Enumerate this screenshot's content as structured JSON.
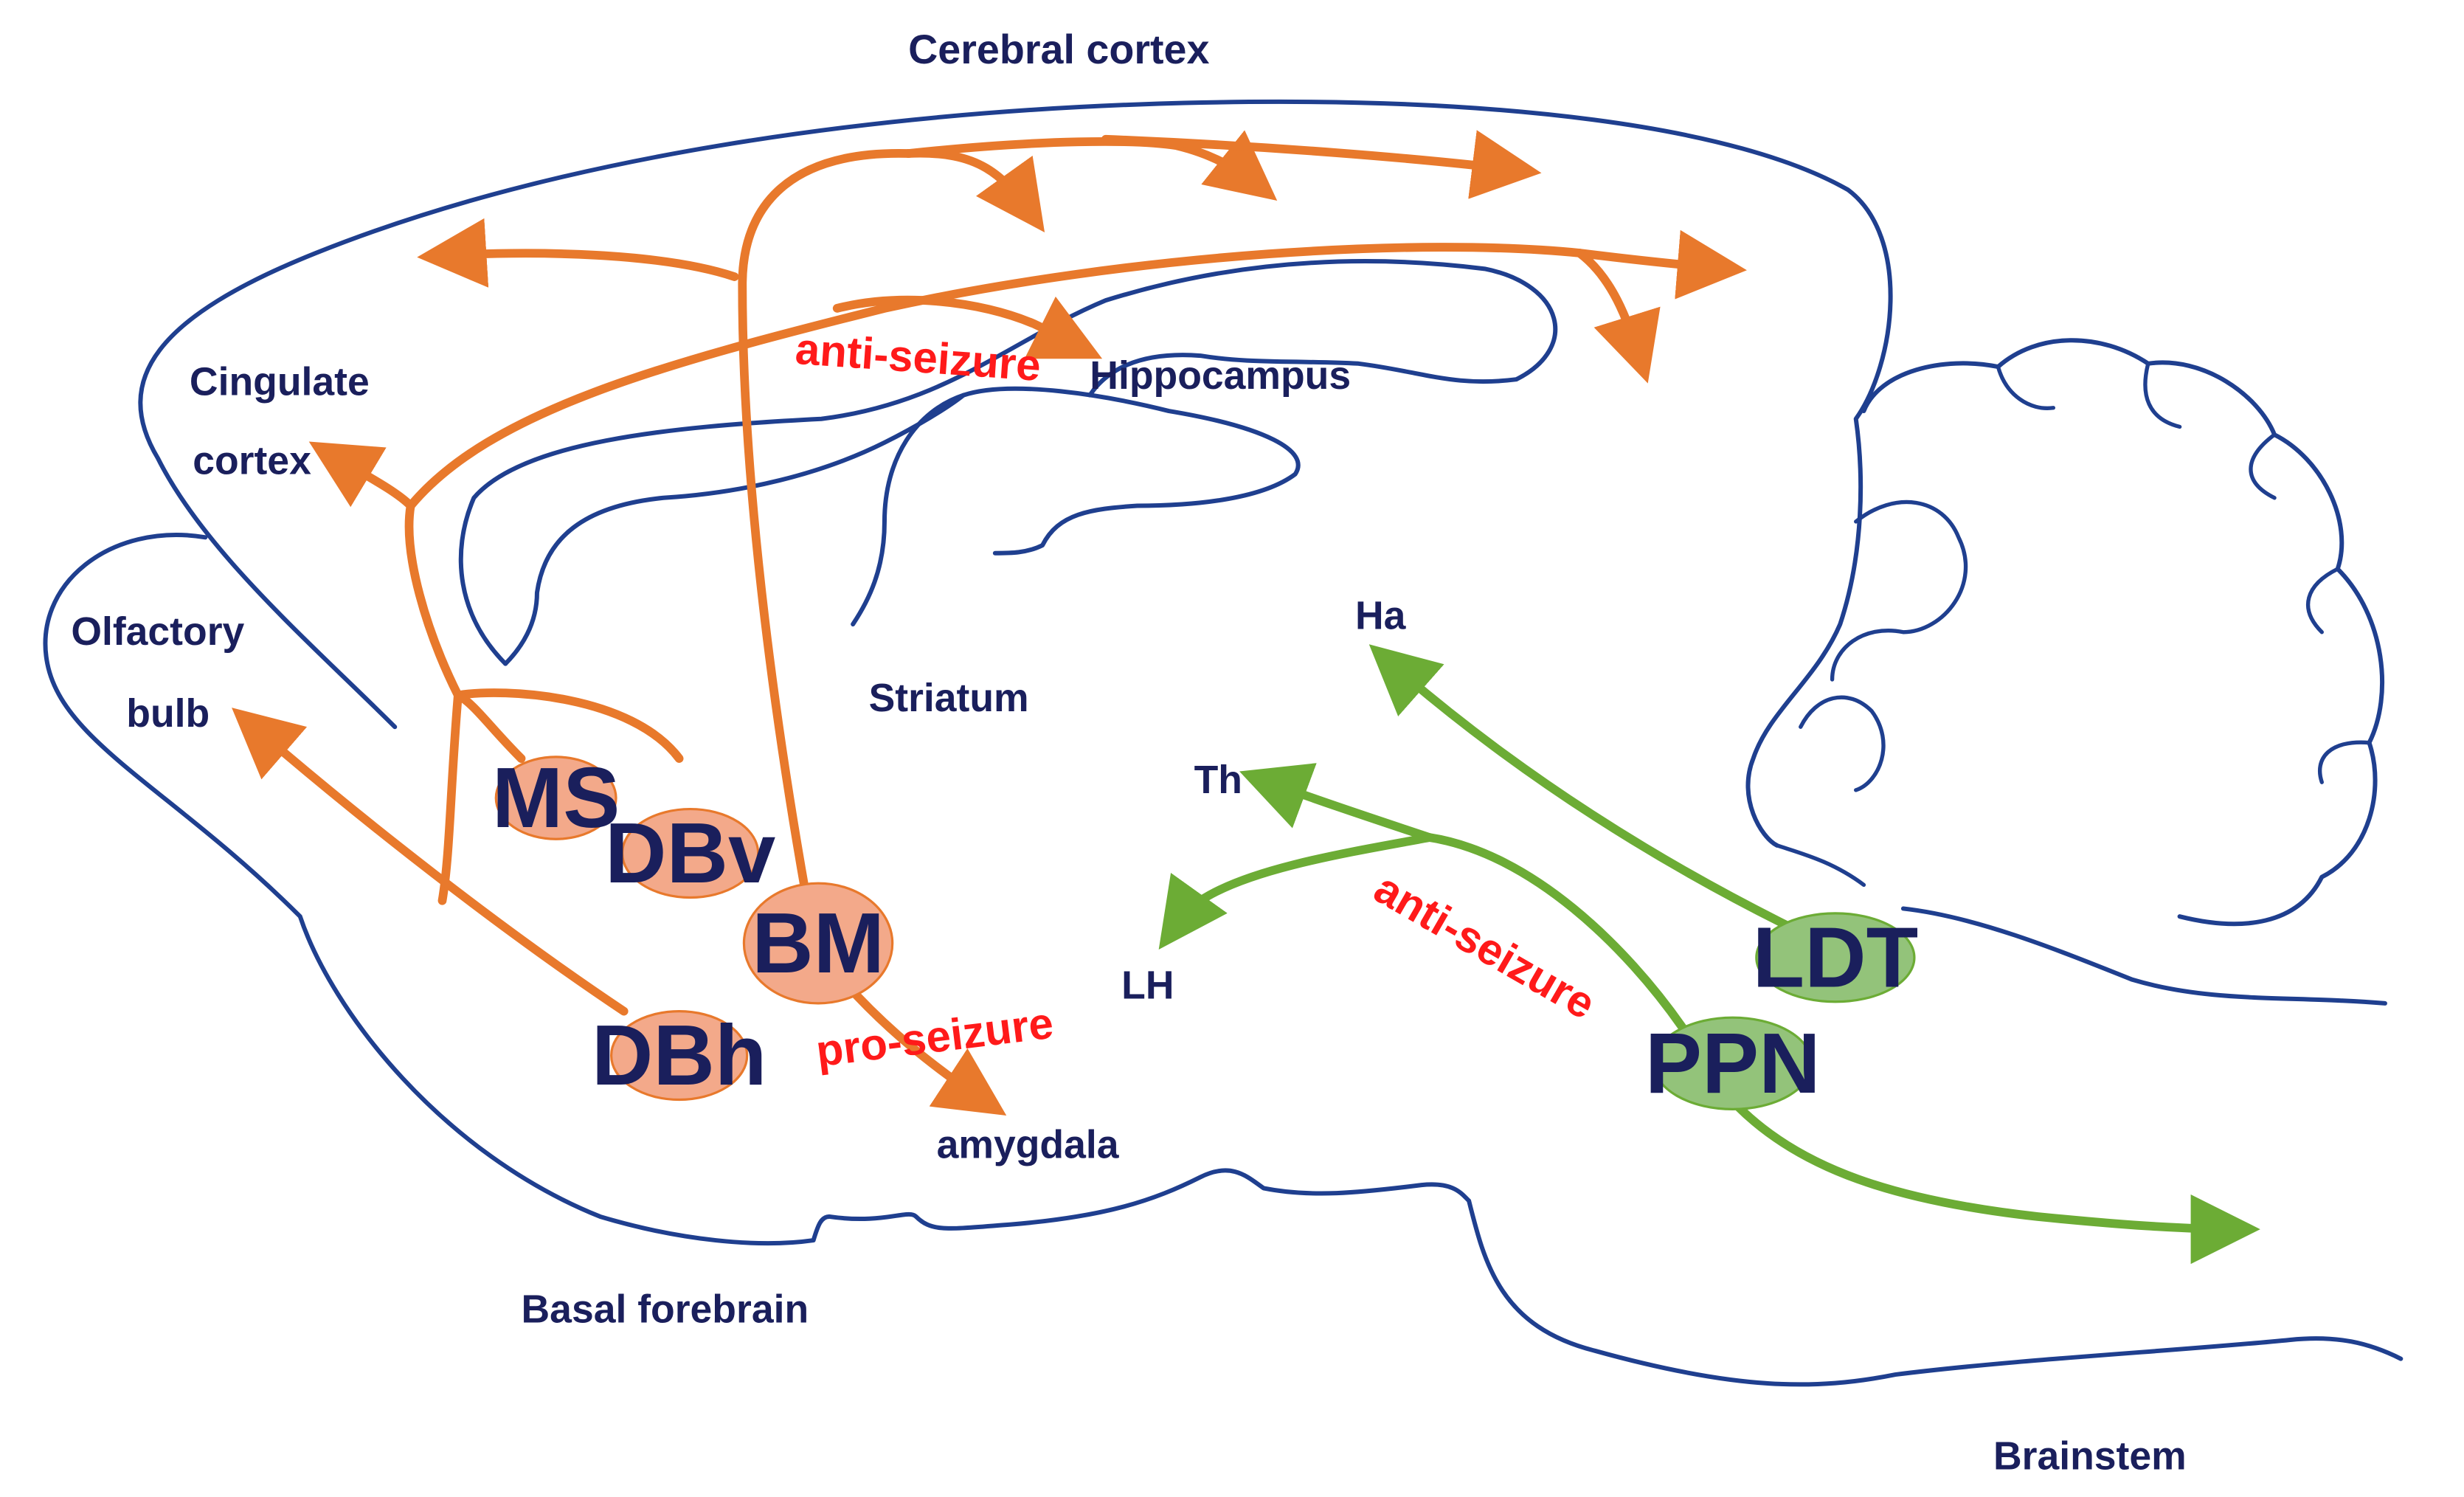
{
  "colors": {
    "outline": "#1f3f8f",
    "label": "#1a1f5c",
    "cholinergic_forebrain": "#e8792c",
    "forebrain_node_fill": "#f3a98a",
    "cholinergic_brainstem": "#6cac35",
    "brainstem_node_fill": "#93c37a",
    "effect_text": "#ff1a1a"
  },
  "regions": {
    "cerebral_cortex": "Cerebral cortex",
    "cingulate_cortex_line1": "Cingulate",
    "cingulate_cortex_line2": "cortex",
    "olfactory_bulb_line1": "Olfactory",
    "olfactory_bulb_line2": "bulb",
    "hippocampus": "Hippocampus",
    "striatum": "Striatum",
    "amygdala": "amygdala",
    "basal_forebrain": "Basal forebrain",
    "brainstem": "Brainstem",
    "habenula": "Ha",
    "thalamus": "Th",
    "lateral_hypothalamus": "LH"
  },
  "nuclei": {
    "ms": "MS",
    "dbv": "DBv",
    "bm": "BM",
    "dbh": "DBh",
    "ldt": "LDT",
    "ppn": "PPN"
  },
  "effects": {
    "hippocampus_effect": "anti-seizure",
    "amygdala_effect": "pro-seizure",
    "brainstem_effect": "anti-seizure"
  }
}
